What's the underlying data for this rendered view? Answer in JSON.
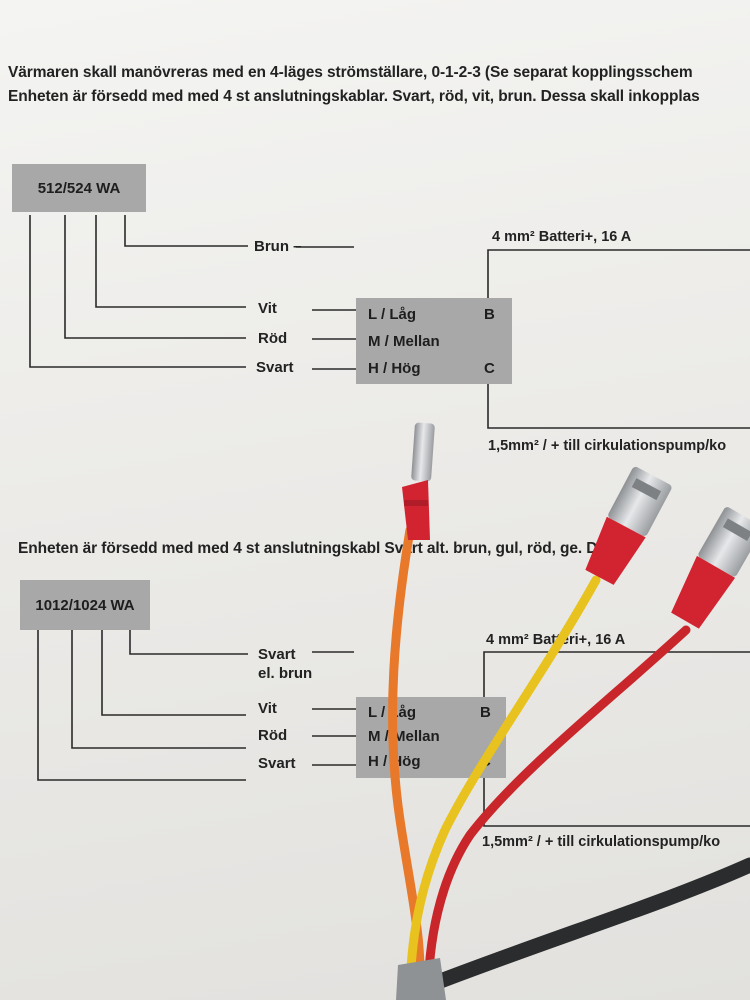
{
  "intro": {
    "line1": "Värmaren skall manövreras med en 4-läges strömställare, 0-1-2-3 (Se separat kopplingsschem",
    "line2": "Enheten är försedd med med 4 st anslutningskablar. Svart, röd, vit, brun. Dessa skall inkopplas"
  },
  "diagram1": {
    "model": "512/524 WA",
    "wires": [
      "Brun –",
      "Vit",
      "Röd",
      "Svart"
    ],
    "switch": {
      "rows": [
        "L / Låg",
        "M / Mellan",
        "H / Hög"
      ],
      "terminal_b": "B",
      "terminal_c": "C"
    },
    "battery": "4 mm² Batteri+, 16 A",
    "pump": "1,5mm² / + till cirkulationspump/ko"
  },
  "section2_intro": "Enheten är försedd med med 4 st anslutningskabl      Svart alt. brun, gul, röd,          ge. Dessa",
  "diagram2": {
    "model": "1012/1024 WA",
    "wires": [
      "Svart",
      "el. brun",
      "Vit",
      "Röd",
      "Svart"
    ],
    "switch": {
      "rows": [
        "L / Låg",
        "M / Mellan",
        "H / Hög"
      ],
      "terminal_b": "B",
      "terminal_c": "C"
    },
    "battery": "4 mm² Batteri+, 16 A",
    "pump": "1,5mm² / + till cirkulationspump/ko"
  },
  "colors": {
    "paper": "#efeeeb",
    "box": "#a8a8a8",
    "cable_orange": "#e8782a",
    "cable_yellow": "#e8c21e",
    "cable_red": "#c8262a",
    "cable_black": "#2a2c2e",
    "connector_red": "#d12330",
    "terminal_metal": "#c7c9cb"
  }
}
